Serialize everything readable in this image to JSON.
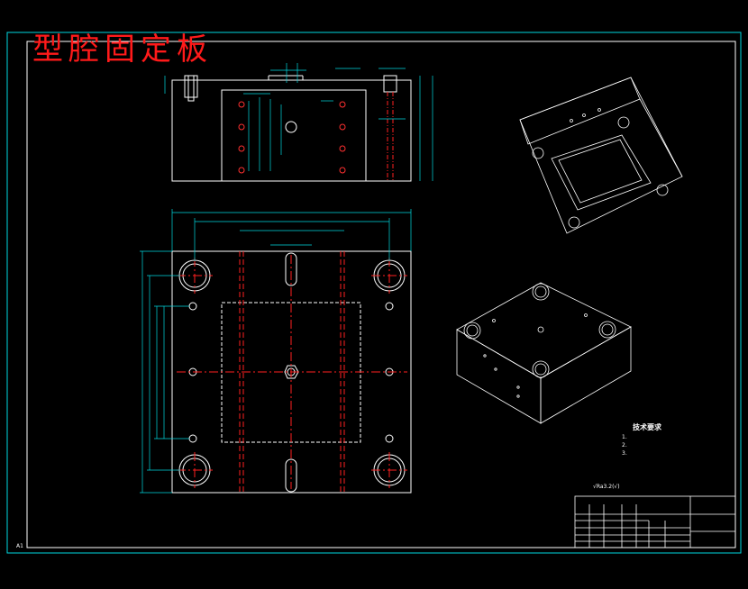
{
  "title": "型腔固定板",
  "sheet_size": "A1",
  "notes": {
    "heading": "技术要求",
    "items": [
      "1.",
      "2.",
      "3."
    ]
  },
  "roughness": "√Ra3.2(√)",
  "colors": {
    "background": "#000000",
    "frame": "#00d8e0",
    "outline": "#ffffff",
    "dimension": "#00d8e0",
    "centerline": "#ff2020",
    "title_text": "#ff1a1a"
  }
}
